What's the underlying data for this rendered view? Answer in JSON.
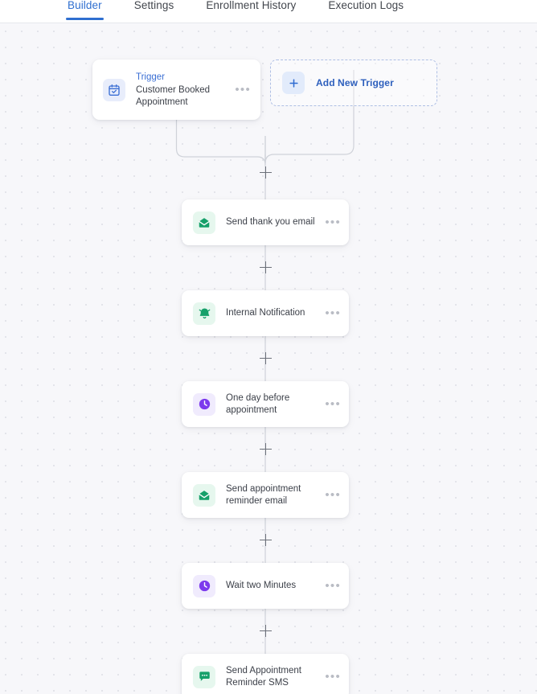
{
  "tabs": [
    {
      "label": "Builder",
      "active": true
    },
    {
      "label": "Settings",
      "active": false
    },
    {
      "label": "Enrollment History",
      "active": false
    },
    {
      "label": "Execution Logs",
      "active": false
    }
  ],
  "trigger": {
    "icon": "calendar-check-icon",
    "label": "Trigger",
    "name_line1": "Customer Booked",
    "name_line2": "Appointment",
    "menu": "•••"
  },
  "add_trigger": {
    "icon": "plus-icon",
    "label": "Add New Trigger"
  },
  "steps": [
    {
      "icon": "envelope-icon",
      "icon_color": "green",
      "title": "Send thank you email"
    },
    {
      "icon": "bell-icon",
      "icon_color": "green",
      "title": "Internal Notification"
    },
    {
      "icon": "clock-icon",
      "icon_color": "purple",
      "title": "One day before appointment"
    },
    {
      "icon": "envelope-icon",
      "icon_color": "green",
      "title": "Send appointment reminder email"
    },
    {
      "icon": "clock-icon",
      "icon_color": "purple",
      "title": "Wait two Minutes"
    },
    {
      "icon": "chat-bubble-icon",
      "icon_color": "green",
      "title": "Send Appointment Reminder SMS"
    }
  ],
  "menu_glyph": "•••",
  "colors": {
    "accent_blue": "#2f6fd0",
    "trigger_blue": "#3b6fd4",
    "icon_green": "#1a9d63",
    "icon_purple": "#7c3aed",
    "canvas_bg": "#f7f7fa",
    "wire": "#cfd2d9",
    "text": "#3c4049"
  }
}
